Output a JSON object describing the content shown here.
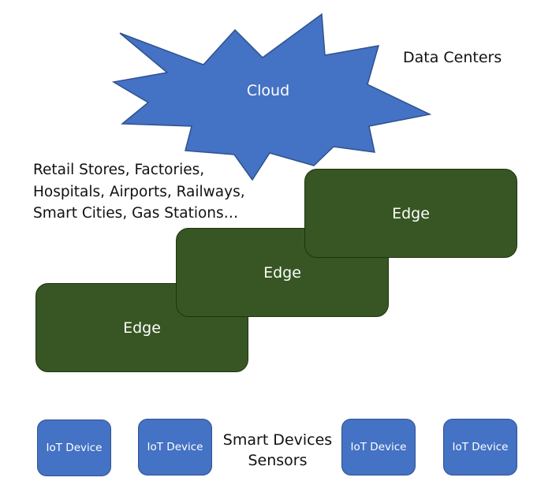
{
  "cloud": {
    "label": "Cloud",
    "caption": "Data Centers"
  },
  "edge_locations": {
    "lines": [
      "Retail Stores, Factories,",
      "Hospitals, Airports, Railways,",
      "Smart Cities, Gas Stations…"
    ]
  },
  "edges": [
    {
      "label": "Edge"
    },
    {
      "label": "Edge"
    },
    {
      "label": "Edge"
    }
  ],
  "devices": {
    "caption_lines": [
      "Smart Devices",
      "Sensors"
    ],
    "items": [
      {
        "label": "IoT Device"
      },
      {
        "label": "IoT Device"
      },
      {
        "label": "IoT Device"
      },
      {
        "label": "IoT Device"
      }
    ]
  },
  "colors": {
    "cloud_fill": "#4472c4",
    "edge_fill": "#375623",
    "device_fill": "#4472c4",
    "text_dark": "#111111",
    "text_light": "#ffffff"
  }
}
